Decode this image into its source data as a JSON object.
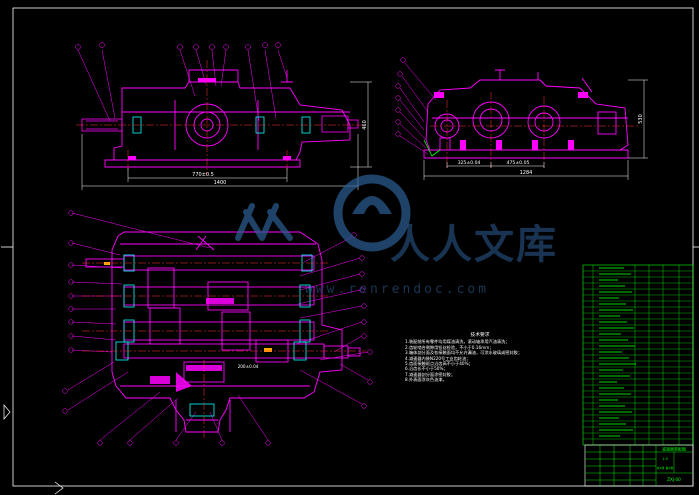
{
  "drawing": {
    "title": "减速器装配图",
    "colors": {
      "background": "#000000",
      "frame": "#ffffff",
      "parts": "#ff00ff",
      "centerline": "#ff3333",
      "dimension": "#ffffff",
      "titleblock": "#00ff00",
      "watermark": "#2d5f96"
    }
  },
  "front_view": {
    "dim_total_length": "1400",
    "dim_base_length": "770±0.5",
    "dim_height": "460"
  },
  "side_view": {
    "dim_total_length": "1284",
    "dim_center_1": "325±0.04",
    "dim_center_2": "475±0.05",
    "dim_height": "530"
  },
  "plan_view": {
    "dim_center": "200±0.04"
  },
  "technical_requirements": {
    "title": "技术要求",
    "items": [
      "1.装配前所有零件均用煤油清洗，滚动轴承用汽油清洗；",
      "2.齿轮啮合侧隙用铅丝检验，不小于0.16mm；",
      "3.箱体剖分面及各接触面均不允许漏油，可涂水玻璃或密封胶；",
      "4.减速器内装N220号工业齿轮油；",
      "5.齿面接触斑点沿齿高不小于40%；",
      "6.沿齿长不小于50%；",
      "7.减速器剖分面涂密封胶；",
      "8.外表面涂灰色油漆。"
    ]
  },
  "title_block": {
    "drawing_no": "ZXJ-00",
    "scale": "1:5",
    "sheet": "共1张 第1张"
  },
  "watermark": {
    "logo_text": "人人文库",
    "url": "www.renrendoc.com"
  }
}
